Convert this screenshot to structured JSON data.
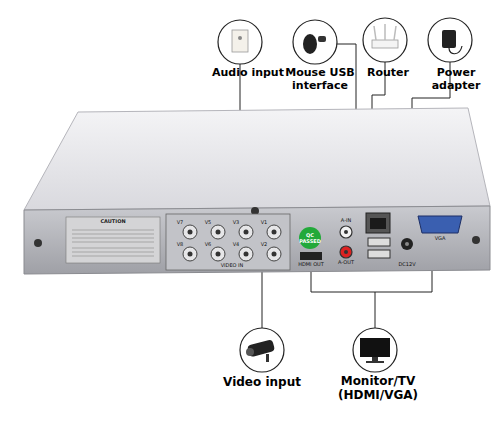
{
  "diagram": {
    "labels": [
      "Audio input",
      "Mouse USB interface",
      "Router",
      "Power adapter",
      "CAUTION",
      "V7",
      "V5",
      "V3",
      "V1",
      "V8",
      "V6",
      "V4",
      "V2",
      "VIDEO IN",
      "QC PASSED",
      "A-IN",
      "A-OUT",
      "HDMI OUT",
      "VGA",
      "DC12V",
      "Video input",
      "Monitor/TV (HDMI/VGA)"
    ]
  }
}
